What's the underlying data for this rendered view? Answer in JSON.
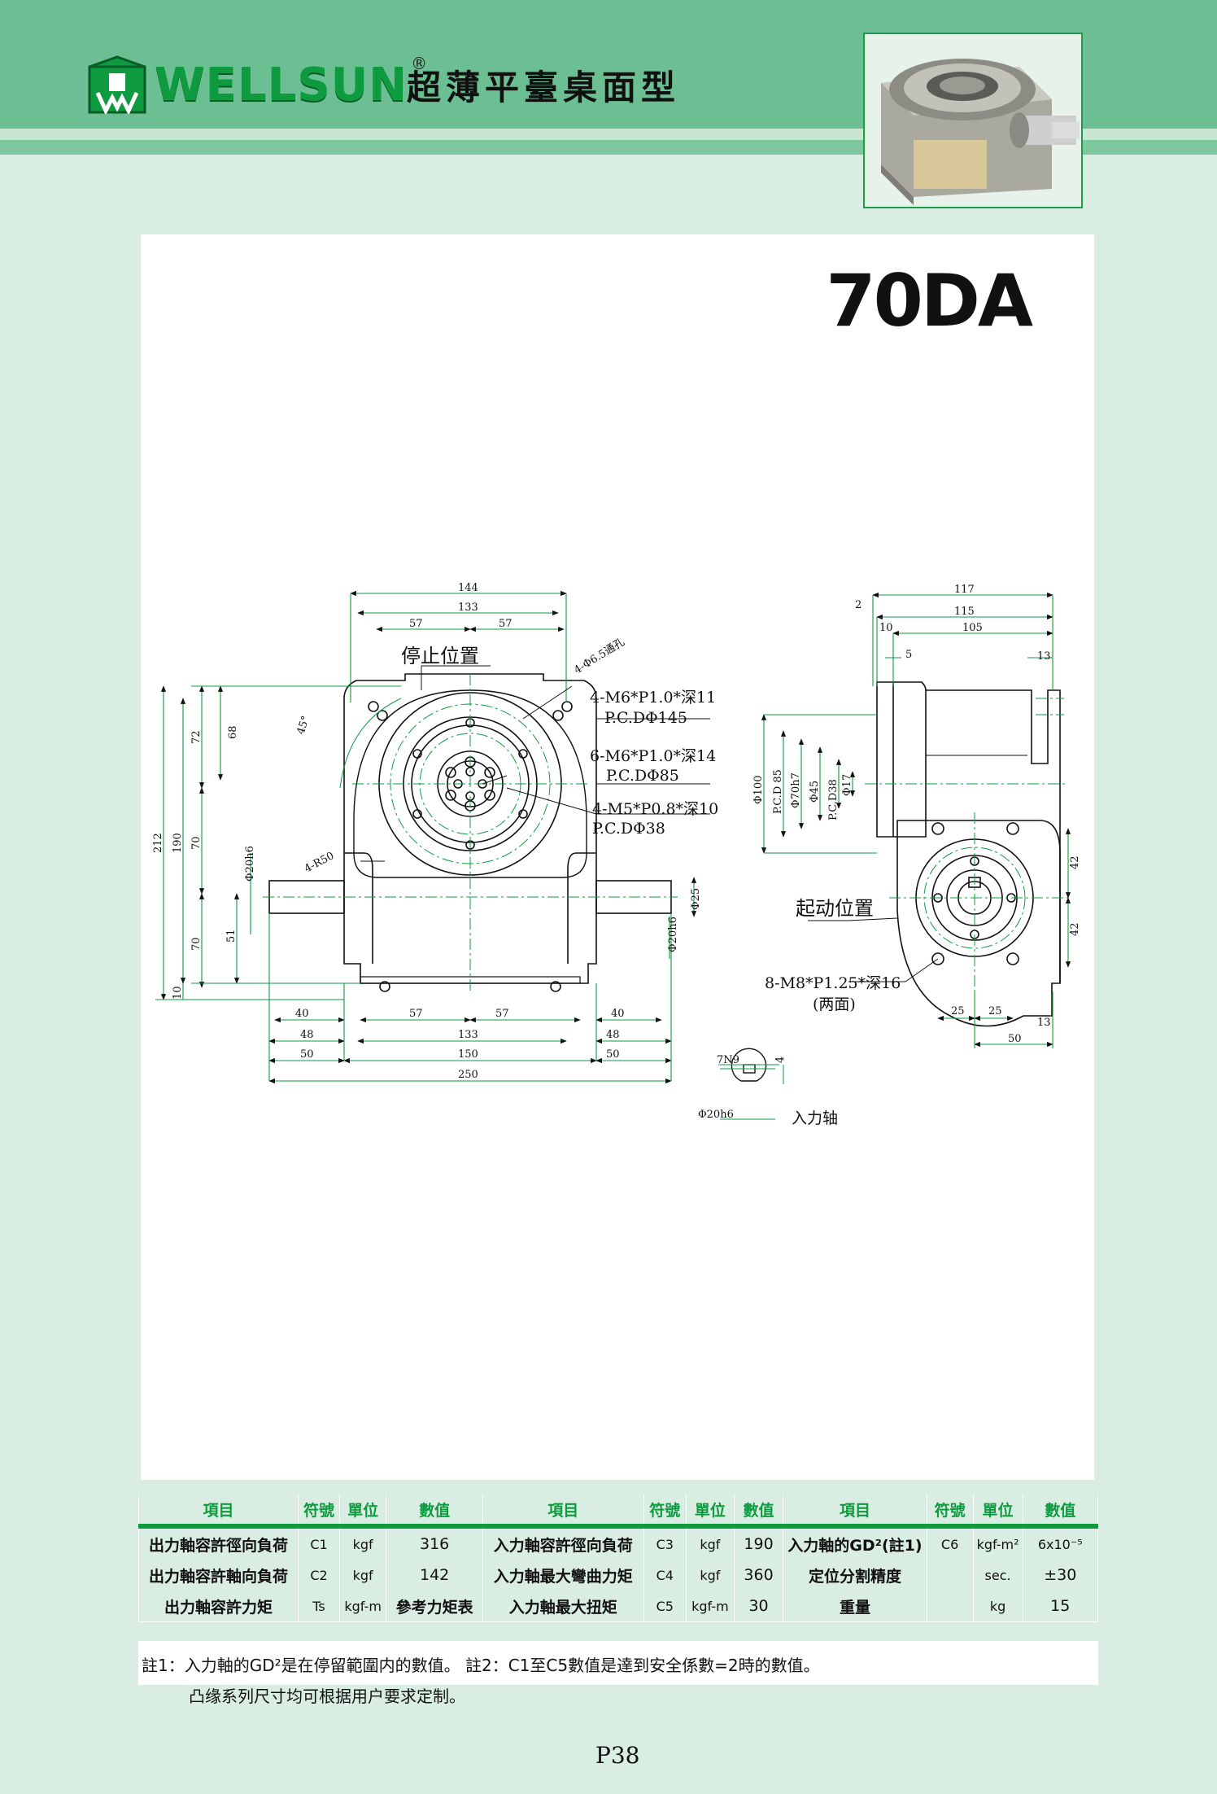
{
  "header": {
    "brand": "WELLSUN",
    "registered_mark": "®",
    "title": "超薄平臺桌面型"
  },
  "model": "70DA",
  "drawing": {
    "dims_front": {
      "d144": "144",
      "d133_top": "133",
      "d57_tl": "57",
      "d57_tr": "57",
      "d212": "212",
      "d190": "190",
      "d72": "72",
      "d68": "68",
      "d70_a": "70",
      "d70_b": "70",
      "d51": "51",
      "d10": "10",
      "d20h6_left": "Φ20h6",
      "angle45": "45°",
      "r50": "4-R50",
      "d25": "Φ25",
      "d20h6_right": "Φ20h6",
      "d40_l": "40",
      "d48_l": "48",
      "d50_l": "50",
      "d57_bl": "57",
      "d57_br": "57",
      "d133_bot": "133",
      "d150": "150",
      "d250": "250",
      "d40_r": "40",
      "d48_r": "48",
      "d50_r": "50"
    },
    "callouts_front": {
      "stop_position": "停止位置",
      "hole_thru": "4-Φ6.5通孔",
      "m6_10": "4-M6*P1.0*深11",
      "pcd145": "P.C.DΦ145",
      "m6_14": "6-M6*P1.0*深14",
      "pcd85": "P.C.DΦ85",
      "m5": "4-M5*P0.8*深10",
      "pcd38": "P.C.DΦ38"
    },
    "dims_side": {
      "d117": "117",
      "d115": "115",
      "d105": "105",
      "d2": "2",
      "d10": "10",
      "d5": "5",
      "d13_top": "13",
      "d100": "Φ100",
      "pcd85": "P.C.D 85",
      "d70h7": "Φ70h7",
      "d45": "Φ45",
      "pcd38": "P.C.D38",
      "d17": "Φ17",
      "d42_a": "42",
      "d42_b": "42",
      "d25_a": "25",
      "d25_b": "25",
      "d13_bot": "13",
      "d50": "50"
    },
    "callouts_side": {
      "start_position": "起动位置",
      "m8": "8-M8*P1.25*深16",
      "both_sides": "(两面)"
    },
    "shaft_detail": {
      "keyway": "7N9",
      "depth": "4",
      "diameter": "Φ20h6",
      "label": "入力轴"
    }
  },
  "specs": {
    "headers": [
      "項目",
      "符號",
      "單位",
      "數值",
      "項目",
      "符號",
      "單位",
      "數值",
      "項目",
      "符號",
      "單位",
      "數值"
    ],
    "rows": [
      [
        "出力軸容許徑向負荷",
        "C1",
        "kgf",
        "316",
        "入力軸容許徑向負荷",
        "C3",
        "kgf",
        "190",
        "入力軸的GD²(註1)",
        "C6",
        "kgf-m²",
        "6x10⁻⁵"
      ],
      [
        "出力軸容許軸向負荷",
        "C2",
        "kgf",
        "142",
        "入力軸最大彎曲力矩",
        "C4",
        "kgf",
        "360",
        "定位分割精度",
        "",
        "sec.",
        "±30"
      ],
      [
        "出力軸容許力矩",
        "Ts",
        "kgf-m",
        "參考力矩表",
        "入力軸最大扭矩",
        "C5",
        "kgf-m",
        "30",
        "重量",
        "",
        "kg",
        "15"
      ]
    ]
  },
  "notes": {
    "line": "註1：入力軸的GD²是在停留範圍内的數值。 註2：C1至C5數值是達到安全係數=2時的數值。",
    "custom": "凸缘系列尺寸均可根据用户要求定制。"
  },
  "page_number": "P38",
  "colors": {
    "header_green": "#6bbf93",
    "brand_green": "#0e9b3f",
    "page_bg": "#d9ede2",
    "dimension_green": "#0e9b3f"
  }
}
